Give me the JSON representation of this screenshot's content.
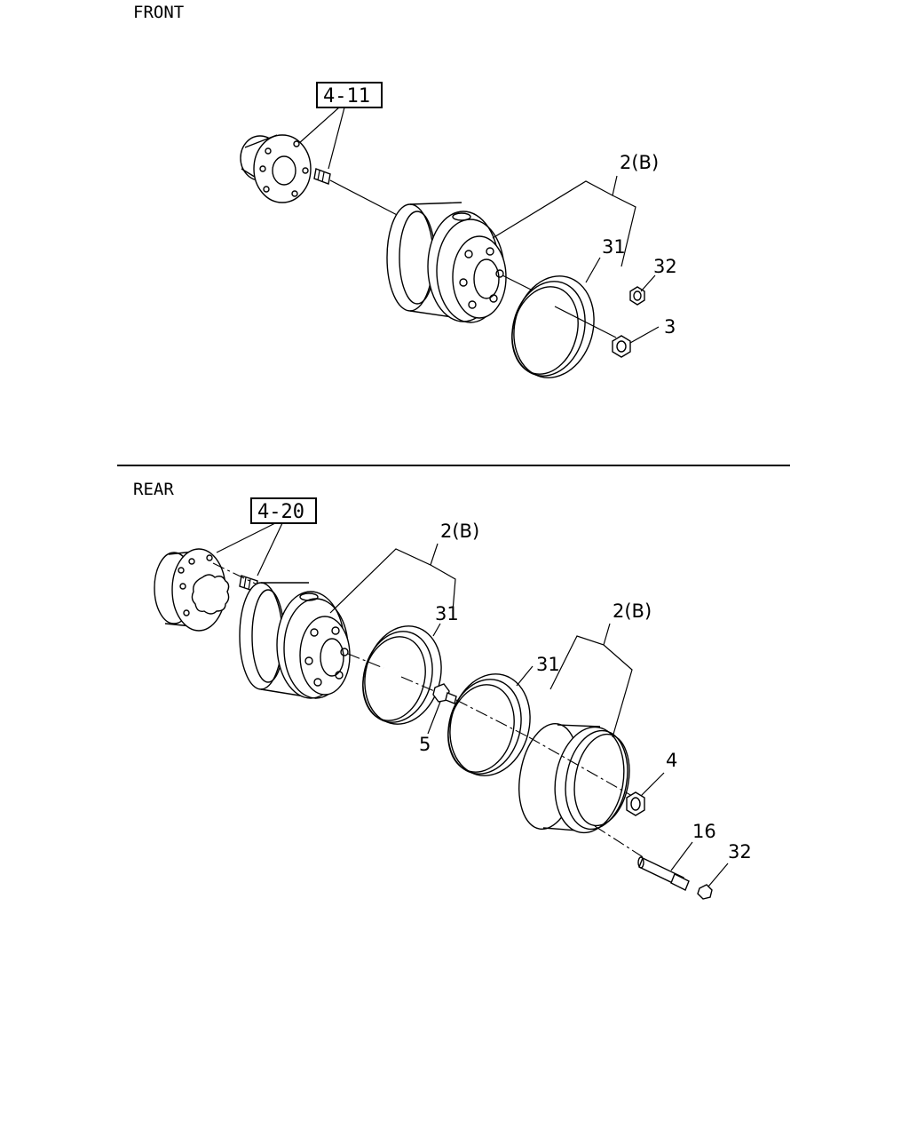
{
  "sections": {
    "front": "FRONT",
    "rear": "REAR"
  },
  "references": {
    "front_ref": "4-11",
    "rear_ref": "4-20"
  },
  "callouts": {
    "front": {
      "wheel": "2(B)",
      "ring": "31",
      "cap_nut": "32",
      "wheel_nut": "3"
    },
    "rear": {
      "inner_wheel": "2(B)",
      "inner_ring": "31",
      "stud": "5",
      "outer_ring": "31",
      "outer_wheel": "2(B)",
      "wheel_nut": "4",
      "spacer": "16",
      "cap_nut": "32"
    }
  }
}
